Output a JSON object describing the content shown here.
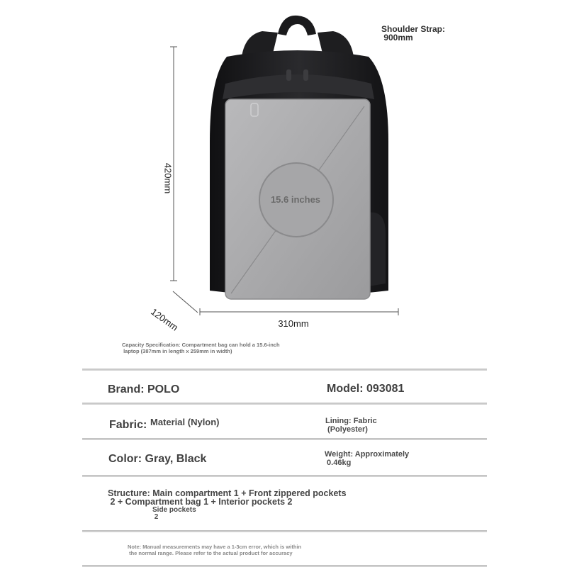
{
  "figure": {
    "shoulder_strap": "Shoulder Strap:\n 900mm",
    "height_label": "420mm",
    "depth_label": "120mm",
    "width_label": "310mm",
    "laptop_label": "15.6 inches",
    "colors": {
      "bag": "#1c1c1e",
      "laptop": "#a9a9ab",
      "laptop_edge": "#8c8c8e",
      "dim_line": "#555555"
    }
  },
  "capacity_note": "Capacity Specification: Compartment bag can hold a 15.6-inch\n laptop (387mm in length x 259mm in width)",
  "specs": {
    "brand": "Brand: POLO",
    "model": "Model: 093081",
    "fabric_label": "Fabric:",
    "fabric_value": "Material (Nylon)",
    "lining": "Lining: Fabric\n (Polyester)",
    "color": "Color: Gray, Black",
    "weight": "Weight: Approximately\n 0.46kg",
    "structure": "Structure: Main compartment 1 + Front zippered pockets\n 2 + Compartment bag 1 + Interior pockets 2",
    "side_pockets": "Side pockets\n 2"
  },
  "footer_note": "Note: Manual measurements may have a 1-3cm error, which is within\n the normal range. Please refer to the actual product for accuracy"
}
